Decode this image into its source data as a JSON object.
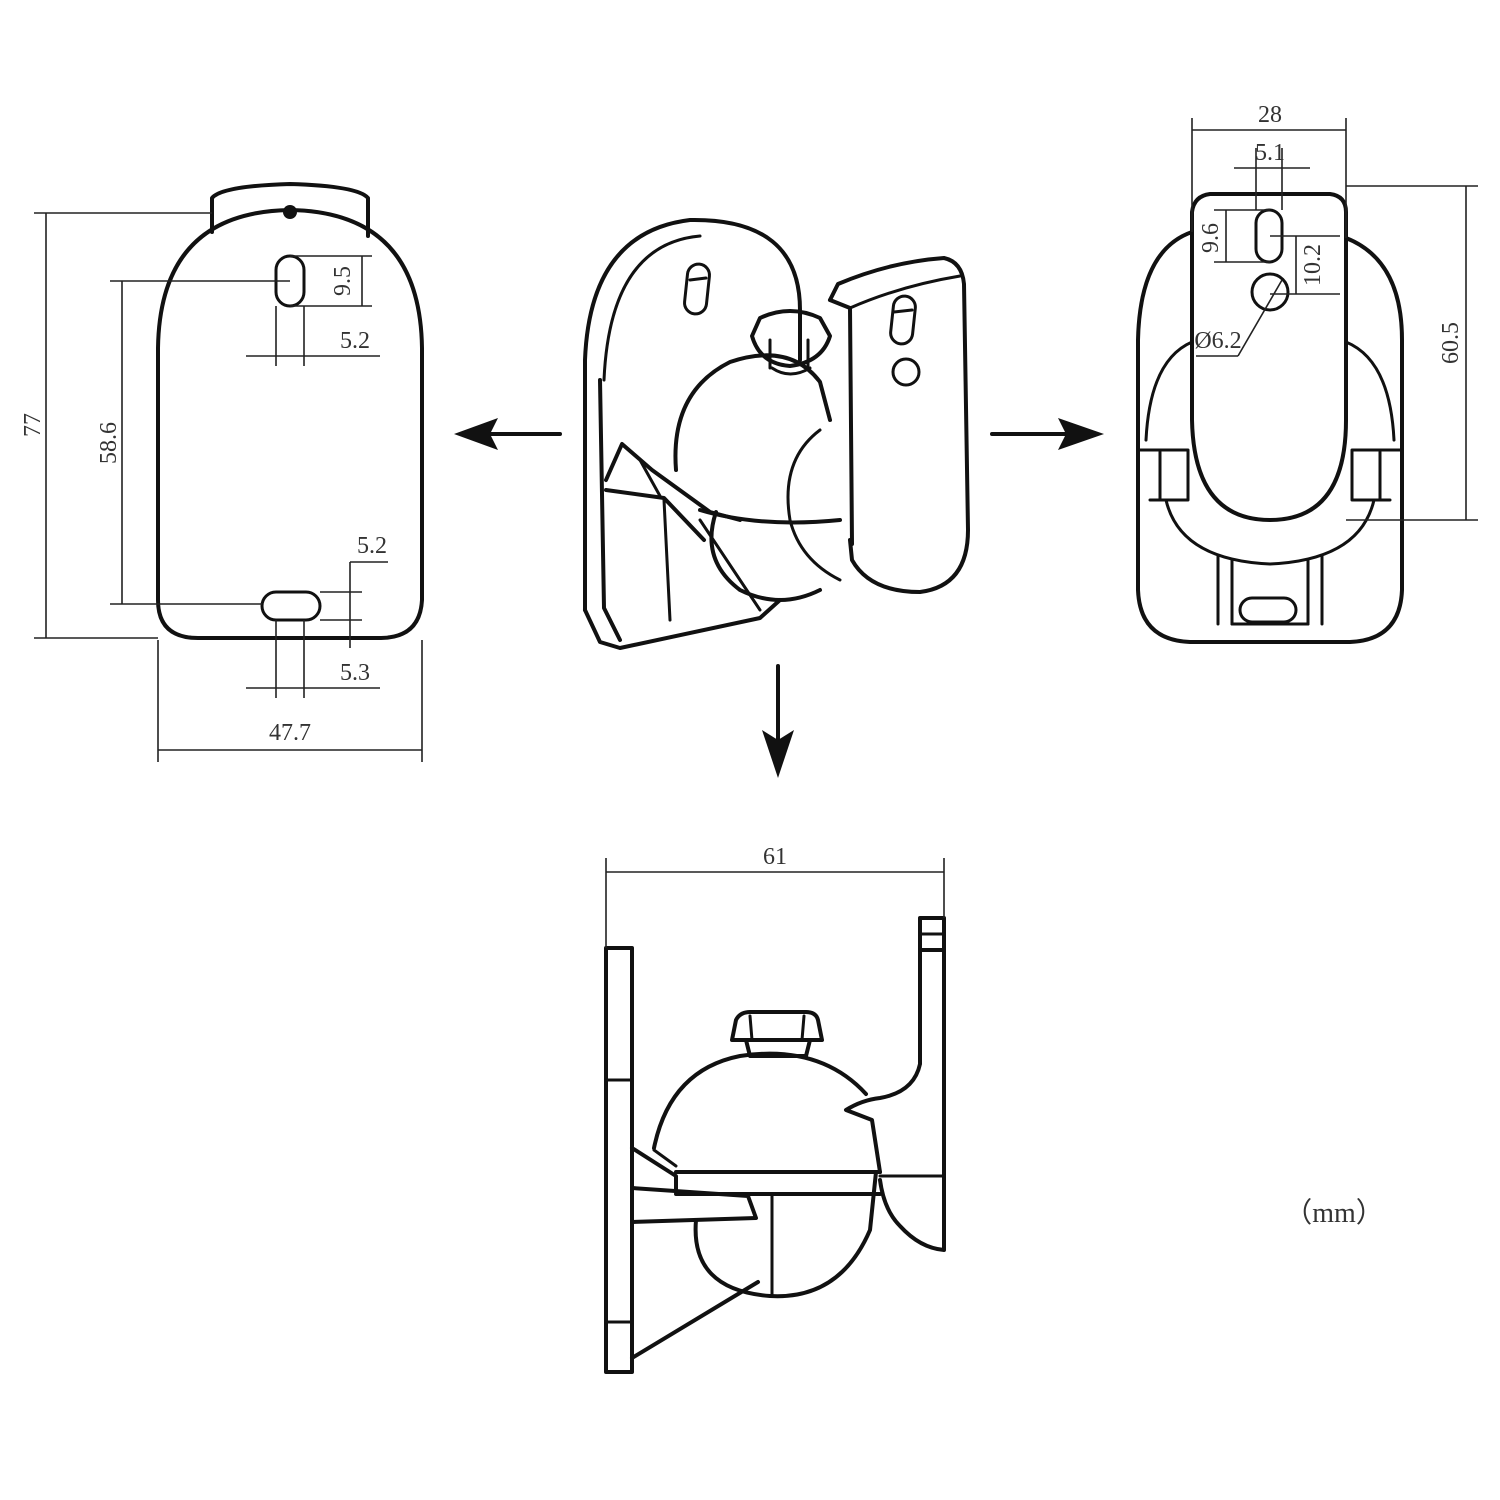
{
  "dimensions": {
    "front_height": "77",
    "front_hole_spacing": "58.6",
    "front_top_slot_length": "9.5",
    "front_top_slot_width": "5.2",
    "front_bottom_slot_height": "5.2",
    "front_bottom_slot_width": "5.3",
    "front_width": "47.7",
    "side_width": "28",
    "side_slot_width": "5.1",
    "side_slot_length": "9.6",
    "side_hole_spacing": "10.2",
    "side_hole_diameter": "Ø6.2",
    "side_height": "60.5",
    "bottom_depth": "61"
  },
  "unit_label": "（mm）",
  "icons": [
    "arrow-left-icon",
    "arrow-right-icon",
    "arrow-down-icon"
  ]
}
